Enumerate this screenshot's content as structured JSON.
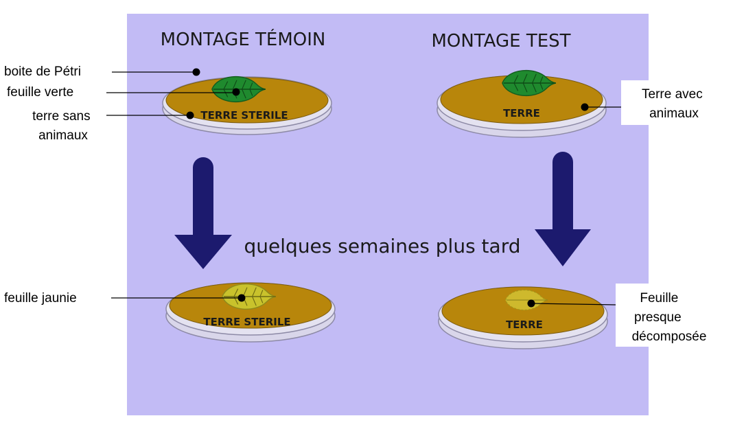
{
  "titles": {
    "control": "MONTAGE TÉMOIN",
    "test": "MONTAGE TEST"
  },
  "transition": "quelques semaines plus tard",
  "dishes": {
    "control_before": "TERRE STERILE",
    "test_before": "TERRE",
    "control_after": "TERRE STERILE",
    "test_after": "TERRE"
  },
  "callouts": {
    "petri_dish": "boite de Pétri",
    "green_leaf": "feuille verte",
    "soil_no_animals": [
      "terre sans",
      "animaux"
    ],
    "soil_with_animals": [
      "Terre avec",
      "animaux"
    ],
    "yellowed_leaf": "feuille jaunie",
    "decomposed_leaf": [
      "Feuille",
      "presque",
      "décomposée"
    ]
  },
  "colors": {
    "background_panel": "#c2bbf5",
    "soil": "#b8860b",
    "arrow": "#1c1a6e",
    "green_leaf": "#1f8a2e",
    "yellow_leaf": "#c9c22c"
  }
}
